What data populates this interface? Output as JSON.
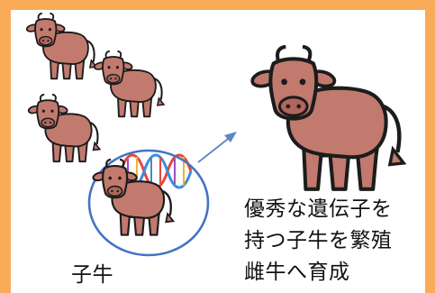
{
  "colors": {
    "frame": "#f9ab58",
    "cow_body": "#c27a6e",
    "outline": "#1c1c1c",
    "selection_ring": "#4673c2",
    "arrow": "#5b86c9",
    "dna": [
      "#e8453c",
      "#9b4fc0",
      "#3d8bd9",
      "#f0b429"
    ]
  },
  "icons": {
    "herd": "cow-icon",
    "genes": "dna-helix-icon",
    "arrow": "arrow-icon",
    "adult": "cow-icon"
  },
  "labels": {
    "calf": "子牛",
    "result_lines": [
      "優秀な遺伝子を",
      "持つ子牛を繁殖",
      "雌牛へ育成"
    ]
  }
}
